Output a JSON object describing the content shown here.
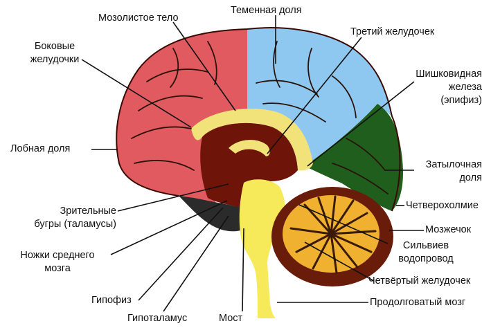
{
  "colors": {
    "frontal": "#e05a60",
    "parietal": "#8ec8f0",
    "occipital": "#1f5e1c",
    "corpus_callosum": "#f2e27a",
    "deep": "#6e1408",
    "brainstem": "#f6ea5a",
    "cerebellum_outer": "#6a1c0a",
    "cerebellum_inner": "#f0b030",
    "dark_base": "#2b2b2b",
    "line": "#111111"
  },
  "labels": {
    "corpus_callosum": "Мозолистое тело",
    "parietal_lobe": "Теменная доля",
    "third_ventricle": "Третий желудочек",
    "lateral_ventricles_1": "Боковые",
    "lateral_ventricles_2": "желудочки",
    "pineal_1": "Шишковидная",
    "pineal_2": "железа",
    "pineal_3": "(эпифиз)",
    "frontal_lobe": "Лобная доля",
    "occipital_1": "Затылочная",
    "occipital_2": "доля",
    "quadrigemina": "Четверохолмие",
    "thalamus_1": "Зрительные",
    "thalamus_2": "бугры (таламусы)",
    "cerebellum": "Мозжечок",
    "aqueduct_1": "Сильвиев",
    "aqueduct_2": "водопровод",
    "midbrain_peduncles_1": "Ножки среднего",
    "midbrain_peduncles_2": "мозга",
    "fourth_ventricle": "Четвёртый желудочек",
    "pituitary": "Гипофиз",
    "medulla": "Продолговатый мозг",
    "hypothalamus": "Гипоталамус",
    "pons": "Мост"
  }
}
